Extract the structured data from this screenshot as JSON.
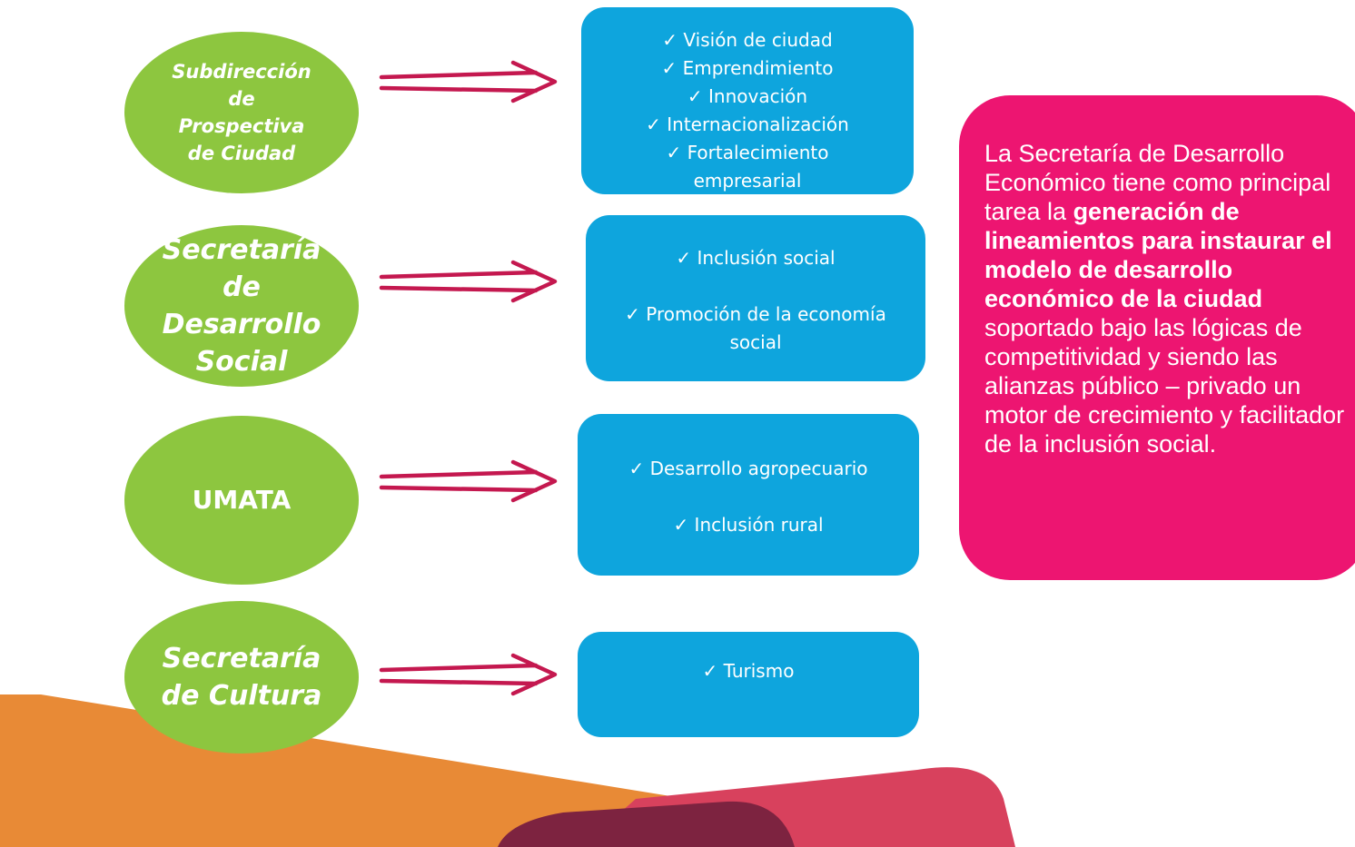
{
  "colors": {
    "circle_green": "#8dc63f",
    "box_blue": "#0ea5dd",
    "info_pink": "#ed1571",
    "arrow_crimson": "#c4184f",
    "shape_orange": "#e88a36",
    "shape_red": "#d8415d",
    "shape_dark": "#7d2340"
  },
  "rows": [
    {
      "entity_lines": [
        "Subdirección",
        "de",
        "Prospectiva",
        "de Ciudad"
      ],
      "items": [
        "✓ Visión de ciudad",
        "✓ Emprendimiento",
        "✓ Innovación",
        "✓ Internacionalización",
        "✓ Fortalecimiento",
        "empresarial"
      ]
    },
    {
      "entity_lines": [
        "Secretaría",
        "de",
        "Desarrollo",
        "Social"
      ],
      "items": [
        "✓ Inclusión social",
        "",
        "✓ Promoción de la economía",
        "social"
      ]
    },
    {
      "entity_lines": [
        "UMATA"
      ],
      "items": [
        "✓ Desarrollo agropecuario",
        "",
        "✓ Inclusión rural"
      ]
    },
    {
      "entity_lines": [
        "Secretaría",
        "de Cultura"
      ],
      "items": [
        "✓ Turismo"
      ]
    }
  ],
  "info": {
    "text_1": "La Secretaría de Desarrollo Económico tiene como principal tarea la ",
    "text_bold": "generación de lineamientos para instaurar el modelo de desarrollo económico de la ciudad",
    "text_2": " soportado bajo las lógicas de competitividad y siendo las alianzas público – privado un motor de crecimiento y facilitador de la inclusión social."
  }
}
